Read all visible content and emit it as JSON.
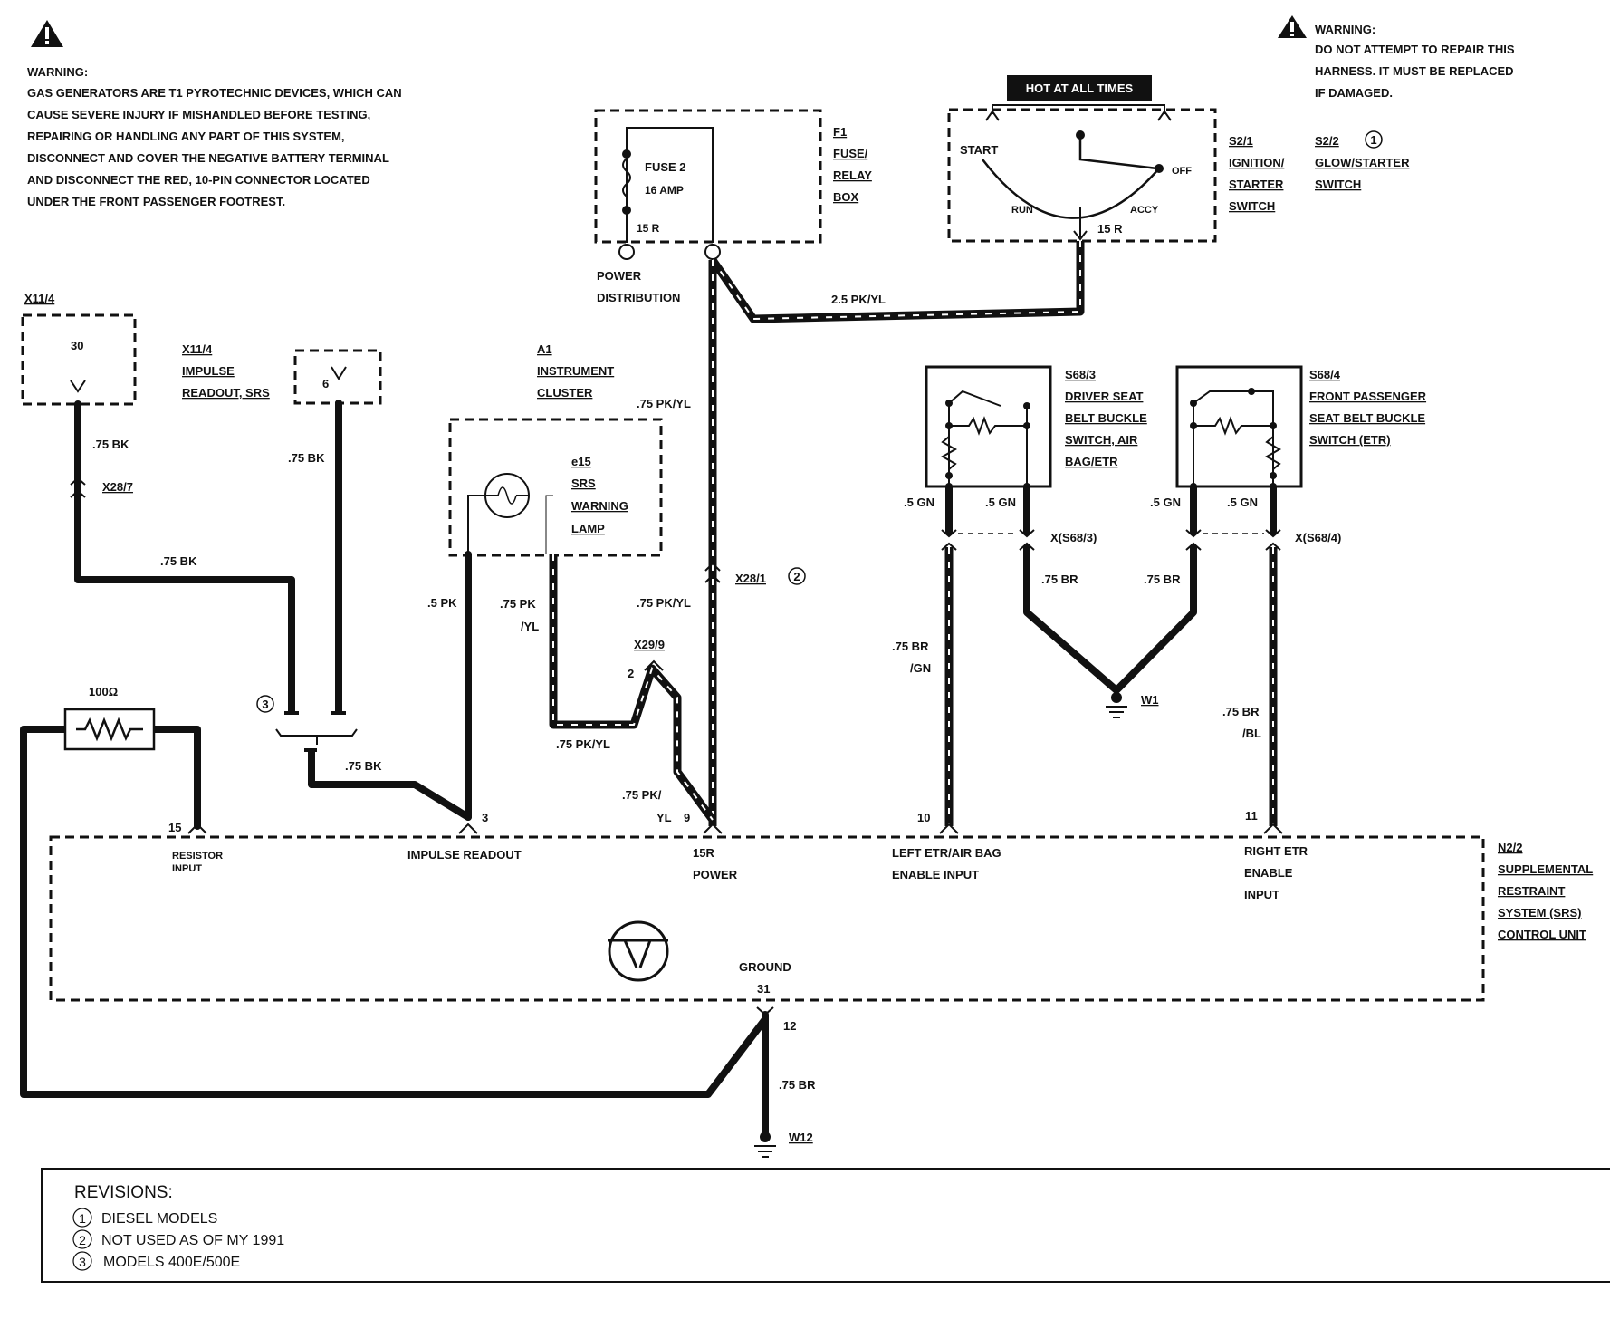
{
  "warning_left": {
    "title": "WARNING:",
    "lines": [
      "GAS GENERATORS ARE T1 PYROTECHNIC DEVICES, WHICH  CAN",
      "CAUSE SEVERE INJURY IF MISHANDLED BEFORE TESTING,",
      "REPAIRING OR HANDLING ANY PART OF THIS SYSTEM,",
      "DISCONNECT AND COVER THE NEGATIVE BATTERY TERMINAL",
      "AND DISCONNECT THE RED, 10-PIN CONNECTOR LOCATED",
      "UNDER THE FRONT PASSENGER FOOTREST."
    ]
  },
  "warning_right": {
    "title": "WARNING:",
    "lines": [
      "DO NOT ATTEMPT TO REPAIR THIS",
      "HARNESS. IT MUST BE REPLACED",
      "IF DAMAGED."
    ]
  },
  "hot_at_all_times": "HOT AT ALL TIMES",
  "ignition": {
    "start": "START",
    "off": "OFF",
    "run": "RUN",
    "accy": "ACCY",
    "pin": "15 R",
    "label": [
      "S2/1",
      "IGNITION/",
      "STARTER",
      "SWITCH"
    ]
  },
  "glow": {
    "label": [
      "S2/2",
      "GLOW/STARTER",
      "SWITCH"
    ],
    "note": "1"
  },
  "fuse": {
    "name": "FUSE 2",
    "amp": "16 AMP",
    "pin": "15 R",
    "label": [
      "F1",
      "FUSE/",
      "RELAY",
      "BOX"
    ],
    "power_dist": [
      "POWER",
      "DISTRIBUTION"
    ]
  },
  "x11_left": {
    "label": "X11/4",
    "pin": "30"
  },
  "x11_right": {
    "label": [
      "X11/4",
      "IMPULSE",
      "READOUT, SRS"
    ],
    "pin": "6"
  },
  "instrument": {
    "label": [
      "A1",
      "INSTRUMENT",
      "CLUSTER"
    ],
    "lamp": [
      "e15",
      "SRS",
      "WARNING",
      "LAMP"
    ]
  },
  "wires": {
    "bk1": ".75 BK",
    "x28_7": "X28/7",
    "bk2": ".75 BK",
    "bk3": ".75 BK",
    "bk4": ".75 BK",
    "pk": ".5 PK",
    "pkyl_a": ".75 PK",
    "pkyl_b": "/YL",
    "pkyl_bottom": ".75 PK/YL",
    "pkyl_top": "2.5 PK/YL",
    "pkyl_vert": ".75 PK/YL",
    "pkyl_vert2": ".75 PK/YL",
    "x28_1": "X28/1",
    "note2": "2",
    "x29_9": "X29/9",
    "x29_pin": "2",
    "pkyl_c": ".75 PK/",
    "pkyl_d": "YL",
    "pin9": "9",
    "resistor": "100Ω",
    "note3": "3"
  },
  "seat_driver": {
    "label": [
      "S68/3",
      "DRIVER SEAT",
      "BELT BUCKLE",
      "SWITCH, AIR",
      "BAG/ETR"
    ],
    "gn1": ".5 GN",
    "gn2": ".5 GN",
    "conn": "X(S68/3)"
  },
  "seat_pass": {
    "label": [
      "S68/4",
      "FRONT PASSENGER",
      "SEAT BELT BUCKLE",
      "SWITCH (ETR)"
    ],
    "gn1": ".5 GN",
    "gn2": ".5 GN",
    "conn": "X(S68/4)"
  },
  "ground_wires": {
    "br_left": ".75 BR",
    "br_right": ".75 BR",
    "w1": "W1",
    "brgn_a": ".75 BR",
    "brgn_b": "/GN",
    "brbl_a": ".75 BR",
    "brbl_b": "/BL",
    "pin12": "12",
    "br12": ".75 BR",
    "w12": "W12"
  },
  "control_unit": {
    "label": [
      "N2/2",
      "SUPPLEMENTAL",
      "RESTRAINT",
      "SYSTEM (SRS)",
      "CONTROL UNIT"
    ],
    "pins": {
      "p15": "15",
      "resistor_input": [
        "RESISTOR",
        "INPUT"
      ],
      "p3": "3",
      "impulse": "IMPULSE READOUT",
      "p15r": [
        "15R",
        "POWER"
      ],
      "p10": "10",
      "left_etr": [
        "LEFT ETR/AIR BAG",
        "ENABLE INPUT"
      ],
      "p11": "11",
      "right_etr": [
        "RIGHT ETR",
        "ENABLE",
        "INPUT"
      ],
      "ground": "GROUND",
      "p31": "31"
    }
  },
  "revisions": {
    "title": "REVISIONS:",
    "items": [
      {
        "num": "1",
        "text": "DIESEL MODELS"
      },
      {
        "num": "2",
        "text": "NOT USED AS OF MY 1991"
      },
      {
        "num": "3",
        "text": "MODELS 400E/500E"
      }
    ]
  }
}
